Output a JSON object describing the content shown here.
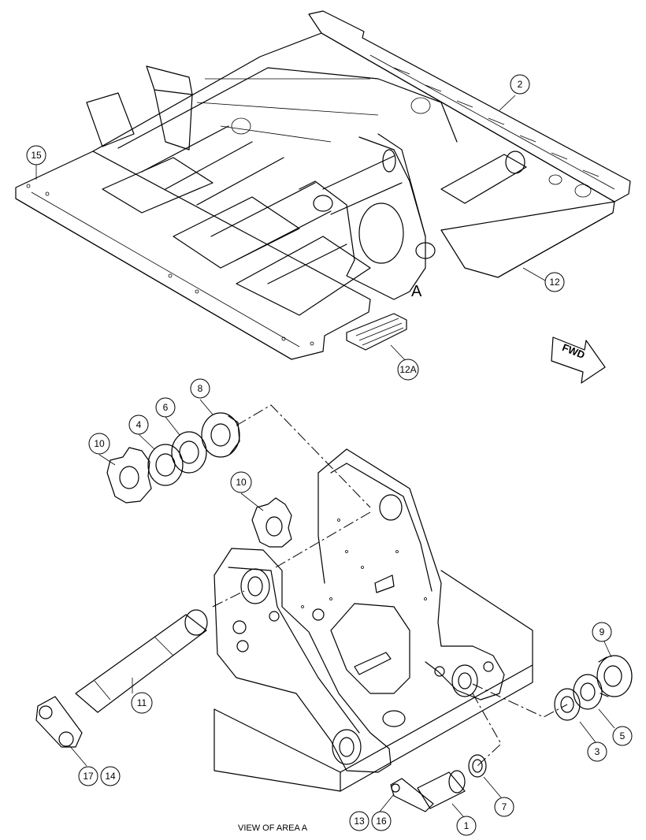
{
  "callouts": [
    {
      "id": "c15",
      "label": "15"
    },
    {
      "id": "c2",
      "label": "2"
    },
    {
      "id": "c12",
      "label": "12"
    },
    {
      "id": "c12a",
      "label": "12A"
    },
    {
      "id": "c8",
      "label": "8"
    },
    {
      "id": "c6",
      "label": "6"
    },
    {
      "id": "c4",
      "label": "4"
    },
    {
      "id": "c10a",
      "label": "10"
    },
    {
      "id": "c10b",
      "label": "10"
    },
    {
      "id": "c9",
      "label": "9"
    },
    {
      "id": "c5",
      "label": "5"
    },
    {
      "id": "c3",
      "label": "3"
    },
    {
      "id": "c11",
      "label": "11"
    },
    {
      "id": "c17",
      "label": "17"
    },
    {
      "id": "c14",
      "label": "14"
    },
    {
      "id": "c7",
      "label": "7"
    },
    {
      "id": "c1",
      "label": "1"
    },
    {
      "id": "c13",
      "label": "13"
    },
    {
      "id": "c16",
      "label": "16"
    }
  ],
  "area_label": "A",
  "fwd_label": "FWD",
  "view_caption": "VIEW OF AREA A"
}
